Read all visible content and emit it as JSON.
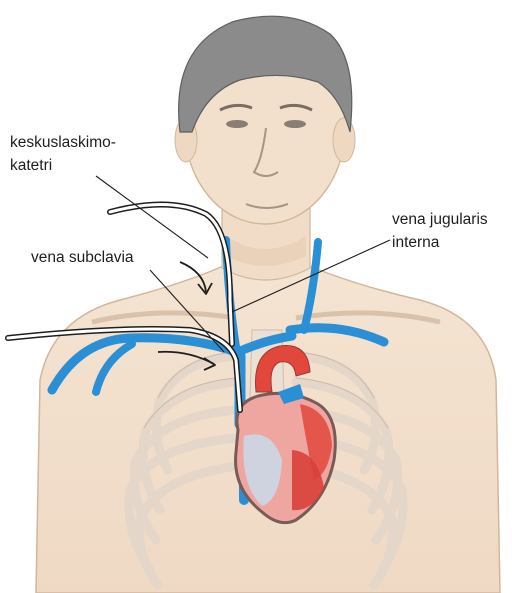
{
  "labels": {
    "catheter_line1": "keskuslaskimo-",
    "catheter_line2": "katetri",
    "subclavia": "vena subclavia",
    "jugularis_line1": "vena jugularis",
    "jugularis_line2": "interna"
  },
  "colors": {
    "skin": "#f2e0cd",
    "skin_shadow": "#e6cdb4",
    "hair": "#8b8b8b",
    "vein": "#2a8fd4",
    "heart_red": "#e2473c",
    "heart_pink": "#f0a6a0",
    "heart_outline": "#7a5a56",
    "rib": "#e9ddd1",
    "line": "#1e1e1e"
  }
}
